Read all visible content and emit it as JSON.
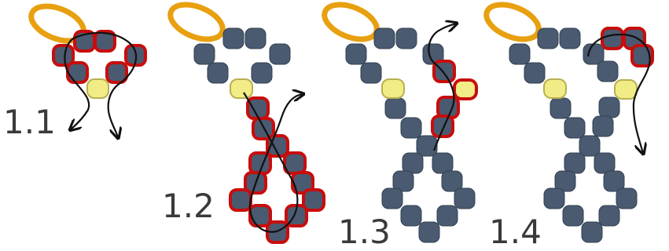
{
  "colors": {
    "background": "#ffffff",
    "bead_fill": "#4a5a70",
    "bead_stroke": "#324052",
    "highlight_bead": "#f2ec86",
    "highlight_stroke": "#b8b050",
    "new_stitch_outline": "#c80d0d",
    "ring": "#e8a010",
    "thread": "#111111",
    "label": "#3a3a3a"
  },
  "steps": [
    {
      "label": "1.1"
    },
    {
      "label": "1.2"
    },
    {
      "label": "1.3"
    },
    {
      "label": "1.4"
    }
  ]
}
